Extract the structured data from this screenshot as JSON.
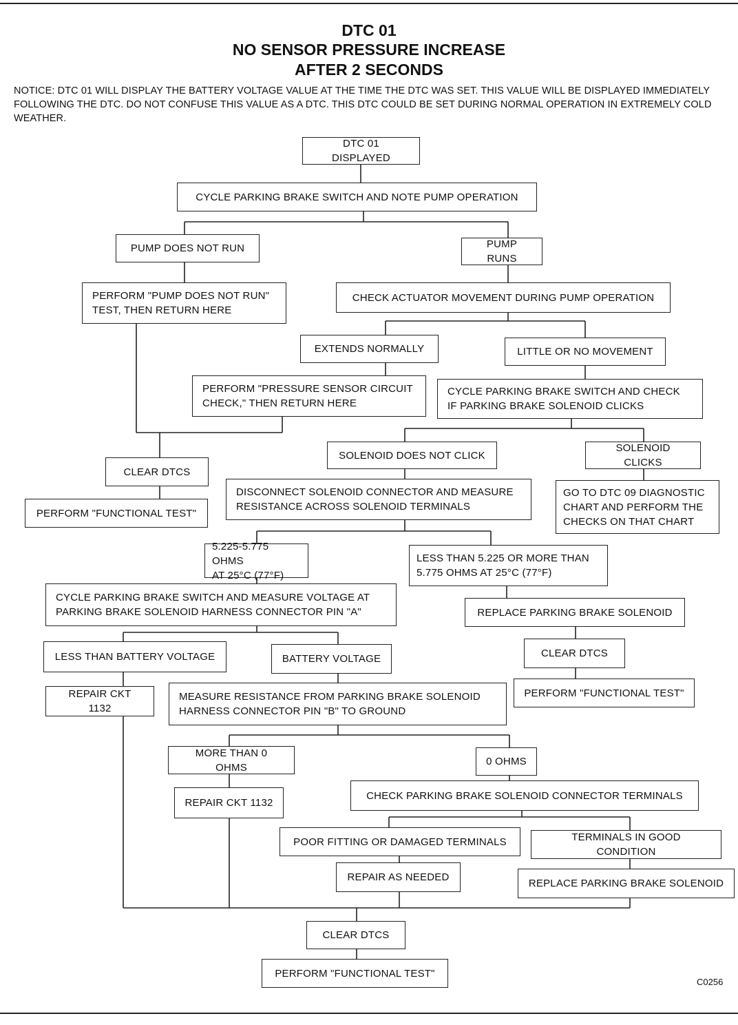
{
  "title": {
    "line1": "DTC 01",
    "line2": "NO SENSOR PRESSURE INCREASE",
    "line3": "AFTER 2 SECONDS"
  },
  "notice": "NOTICE: DTC 01 WILL DISPLAY THE BATTERY VOLTAGE VALUE AT THE TIME THE DTC WAS SET. THIS VALUE WILL BE DISPLAYED IMMEDIATELY FOLLOWING THE DTC. DO NOT CONFUSE THIS VALUE AS A DTC. THIS DTC COULD BE SET DURING NORMAL OPERATION IN EXTREMELY COLD WEATHER.",
  "boxes": {
    "dtc01": "DTC 01 DISPLAYED",
    "cycle_note_pump": "CYCLE PARKING BRAKE SWITCH AND NOTE PUMP OPERATION",
    "pump_not_run": "PUMP DOES NOT RUN",
    "pump_runs": "PUMP RUNS",
    "perform_pump_test": "PERFORM \"PUMP DOES NOT RUN\"\nTEST, THEN RETURN HERE",
    "check_actuator": "CHECK ACTUATOR MOVEMENT DURING PUMP OPERATION",
    "extends_normally": "EXTENDS NORMALLY",
    "little_no_movement": "LITTLE OR NO MOVEMENT",
    "perform_pressure_check": "PERFORM \"PRESSURE SENSOR CIRCUIT\nCHECK,\" THEN RETURN HERE",
    "cycle_check_solenoid": "CYCLE PARKING BRAKE SWITCH AND CHECK\nIF PARKING BRAKE SOLENOID CLICKS",
    "solenoid_no_click": "SOLENOID DOES NOT CLICK",
    "solenoid_clicks": "SOLENOID CLICKS",
    "clear_dtcs_1": "CLEAR DTCS",
    "functional_test_1": "PERFORM \"FUNCTIONAL TEST\"",
    "disconnect_measure": "DISCONNECT SOLENOID CONNECTOR AND MEASURE\nRESISTANCE ACROSS SOLENOID TERMINALS",
    "goto_dtc09": "GO TO DTC 09 DIAGNOSTIC\nCHART AND PERFORM THE\nCHECKS ON THAT CHART",
    "ohms_ok": "5.225-5.775 OHMS\nAT 25°C (77°F)",
    "ohms_bad": "LESS THAN 5.225 OR MORE THAN\n5.775 OHMS AT 25°C (77°F)",
    "cycle_measure_voltage": "CYCLE PARKING BRAKE SWITCH AND MEASURE VOLTAGE AT\nPARKING BRAKE SOLENOID HARNESS CONNECTOR PIN \"A\"",
    "replace_solenoid_1": "REPLACE PARKING BRAKE SOLENOID",
    "less_battery": "LESS THAN BATTERY VOLTAGE",
    "battery_voltage": "BATTERY VOLTAGE",
    "clear_dtcs_2": "CLEAR DTCS",
    "repair_ckt_1": "REPAIR CKT 1132",
    "measure_resistance_b": "MEASURE RESISTANCE FROM PARKING BRAKE SOLENOID\nHARNESS CONNECTOR PIN \"B\" TO GROUND",
    "functional_test_2": "PERFORM \"FUNCTIONAL TEST\"",
    "more_0_ohms": "MORE THAN 0 OHMS",
    "zero_ohms": "0 OHMS",
    "repair_ckt_2": "REPAIR CKT 1132",
    "check_terminals": "CHECK PARKING BRAKE SOLENOID CONNECTOR TERMINALS",
    "poor_terminals": "POOR FITTING OR DAMAGED TERMINALS",
    "good_terminals": "TERMINALS IN GOOD CONDITION",
    "repair_as_needed": "REPAIR AS NEEDED",
    "replace_solenoid_2": "REPLACE PARKING BRAKE SOLENOID",
    "clear_dtcs_3": "CLEAR DTCS",
    "functional_test_3": "PERFORM \"FUNCTIONAL TEST\""
  },
  "figure_code": "C0256"
}
